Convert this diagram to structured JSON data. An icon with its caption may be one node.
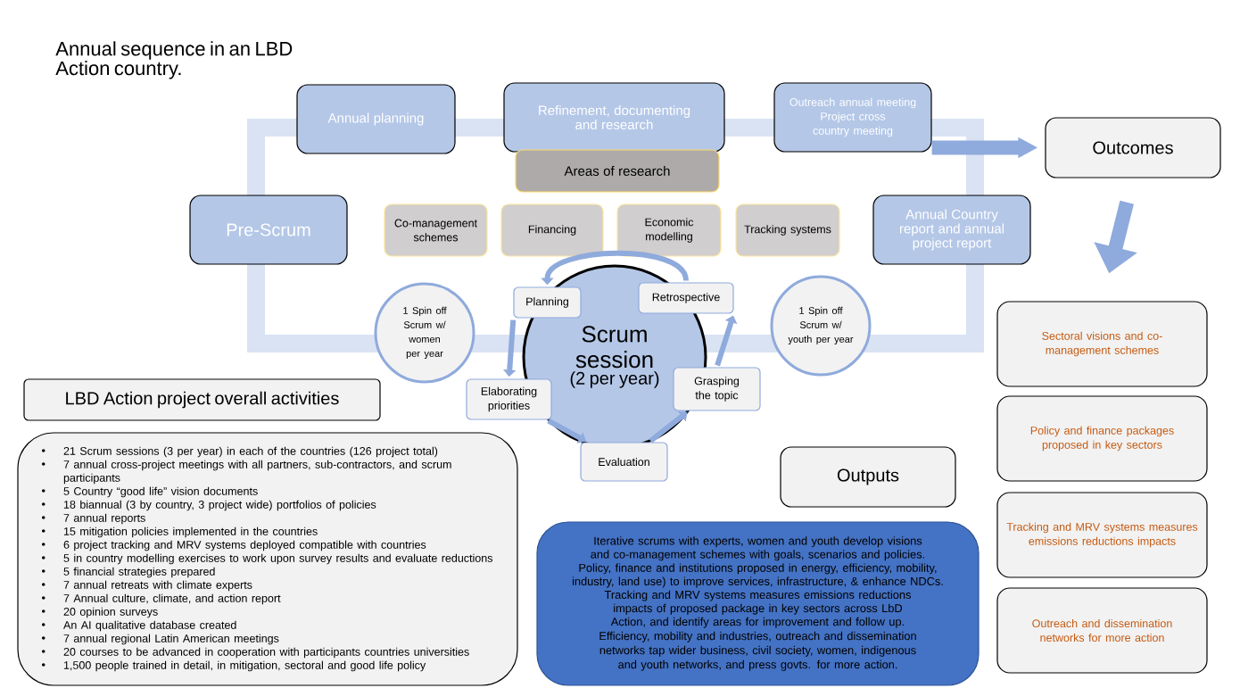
{
  "diagram": {
    "title": "Annual sequence in an LBD Action country.",
    "nodes": [
      {
        "text": [
          "Annual planning"
        ]
      },
      {
        "text": [
          "Refinement, documenting and research"
        ]
      },
      {
        "text": [
          "Outreach annual meeting",
          "Project cross country meeting"
        ]
      },
      {
        "text": [
          "Outcomes"
        ]
      },
      {
        "text": [
          "Areas of research"
        ]
      },
      {
        "text": [
          "Pre-Scrum"
        ]
      },
      {
        "text": [
          "Co-management schemes"
        ]
      },
      {
        "text": [
          "Financing"
        ]
      },
      {
        "text": [
          "Economic modelling"
        ]
      },
      {
        "text": [
          "Tracking systems"
        ]
      },
      {
        "text": [
          "Annual Country report and annual project report"
        ]
      },
      {
        "text": [
          "Scrum session",
          "(2 per year)"
        ]
      },
      {
        "text": [
          "Planning"
        ]
      },
      {
        "text": [
          "Retrospective"
        ]
      },
      {
        "text": [
          "1 Spin off Scrum w/ women per year"
        ]
      },
      {
        "text": [
          "1 Spin off Scrum w/ youth per year"
        ]
      },
      {
        "text": [
          "Elaborating priorities"
        ]
      },
      {
        "text": [
          "Grasping the topic"
        ]
      },
      {
        "text": [
          "Evaluation"
        ]
      },
      {
        "text": [
          "LBD Action project overall activities"
        ]
      },
      {
        "text": [
          "21 Scrum sessions (3 per year) in each of the countries (126 project total)",
          "7 annual cross-project meetings with all partners, sub-contractors, and scrum participants",
          "5 Country “good life” vision documents",
          "18 biannual (3 by country, 3 project wide) portfolios of policies",
          "7 annual reports",
          "15 mitigation policies implemented in the countries",
          "6 project tracking and MRV systems deployed compatible with countries",
          "5 in country modelling exercises to work upon survey results and evaluate reductions",
          "5 financial strategies prepared",
          "7 annual retreats with climate experts",
          "7 Annual culture, climate, and action report",
          "20 opinion surveys",
          "An AI qualitative database created",
          "7 annual regional Latin American meetings",
          "20 courses to be advanced in cooperation with participants countries universities",
          "1,500 people trained in detail, in mitigation, sectoral and good life policy"
        ]
      },
      {
        "text": [
          "Outputs"
        ]
      },
      {
        "text": [
          "Iterative scrums with experts, women and youth develop visions and co-management schemes with goals, scenarios and policies.",
          "Policy, finance and institutions proposed in energy, efficiency, mobility, industry, land use) to improve services, infrastructure, & enhance NDCs.",
          "Tracking and MRV systems measures emissions reductions impacts of proposed package in key sectors across LbD Action, and identify areas for improvement and follow up.",
          "Efficiency, mobility and industries, outreach and dissemination networks tap wider business, civil society, women, indigenous and youth networks, and press govts. for more action."
        ]
      },
      {
        "text": [
          "Sectoral visions and co-management schemes"
        ]
      },
      {
        "text": [
          "Policy and finance packages proposed in key sectors"
        ]
      },
      {
        "text": [
          "Tracking and MRV systems measures emissions reductions impacts"
        ]
      },
      {
        "text": [
          "Outreach and dissemination networks for more action"
        ]
      }
    ],
    "edges": [
      {
        "from": 2,
        "to": 3,
        "arrow": "to",
        "style": "thick"
      },
      {
        "from": 3,
        "to": 23,
        "arrow": "to",
        "style": "thick"
      },
      {
        "from": 12,
        "to": 16,
        "arrow": "to"
      },
      {
        "from": 16,
        "to": 18,
        "arrow": "to"
      },
      {
        "from": 18,
        "to": 17,
        "arrow": "to"
      },
      {
        "from": 17,
        "to": 13,
        "arrow": "to"
      },
      {
        "from": 13,
        "to": 12,
        "arrow": "to"
      }
    ]
  }
}
